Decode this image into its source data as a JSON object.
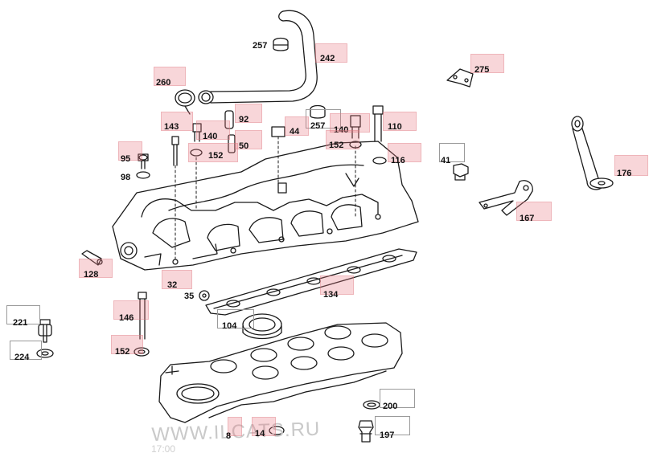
{
  "diagram": {
    "watermark": "WWW.ILCATS.RU",
    "watermark_time": "17:00",
    "callouts": [
      {
        "id": "c257a",
        "label": "257",
        "style": "plain"
      },
      {
        "id": "c242",
        "label": "242",
        "style": "highlight"
      },
      {
        "id": "c260",
        "label": "260",
        "style": "highlight"
      },
      {
        "id": "c275",
        "label": "275",
        "style": "highlight"
      },
      {
        "id": "c92",
        "label": "92",
        "style": "highlight"
      },
      {
        "id": "c257b",
        "label": "257",
        "style": "box"
      },
      {
        "id": "c143",
        "label": "143",
        "style": "highlight"
      },
      {
        "id": "c140a",
        "label": "140",
        "style": "highlight"
      },
      {
        "id": "c44",
        "label": "44",
        "style": "highlight"
      },
      {
        "id": "c140b",
        "label": "140",
        "style": "highlight"
      },
      {
        "id": "c110",
        "label": "110",
        "style": "highlight"
      },
      {
        "id": "c50",
        "label": "50",
        "style": "highlight"
      },
      {
        "id": "c152a",
        "label": "152",
        "style": "highlight"
      },
      {
        "id": "c152b",
        "label": "152",
        "style": "highlight"
      },
      {
        "id": "c116",
        "label": "116",
        "style": "highlight"
      },
      {
        "id": "c95",
        "label": "95",
        "style": "highlight"
      },
      {
        "id": "c41",
        "label": "41",
        "style": "box"
      },
      {
        "id": "c176",
        "label": "176",
        "style": "highlight"
      },
      {
        "id": "c98",
        "label": "98",
        "style": "plain"
      },
      {
        "id": "c167",
        "label": "167",
        "style": "highlight"
      },
      {
        "id": "c128",
        "label": "128",
        "style": "highlight"
      },
      {
        "id": "c32",
        "label": "32",
        "style": "highlight"
      },
      {
        "id": "c35",
        "label": "35",
        "style": "plain"
      },
      {
        "id": "c134",
        "label": "134",
        "style": "highlight"
      },
      {
        "id": "c221",
        "label": "221",
        "style": "box"
      },
      {
        "id": "c146",
        "label": "146",
        "style": "highlight"
      },
      {
        "id": "c104",
        "label": "104",
        "style": "box"
      },
      {
        "id": "c224",
        "label": "224",
        "style": "box"
      },
      {
        "id": "c152c",
        "label": "152",
        "style": "highlight"
      },
      {
        "id": "c200",
        "label": "200",
        "style": "box"
      },
      {
        "id": "c8",
        "label": "8",
        "style": "highlight"
      },
      {
        "id": "c14",
        "label": "14",
        "style": "highlight"
      },
      {
        "id": "c197",
        "label": "197",
        "style": "box"
      }
    ]
  }
}
